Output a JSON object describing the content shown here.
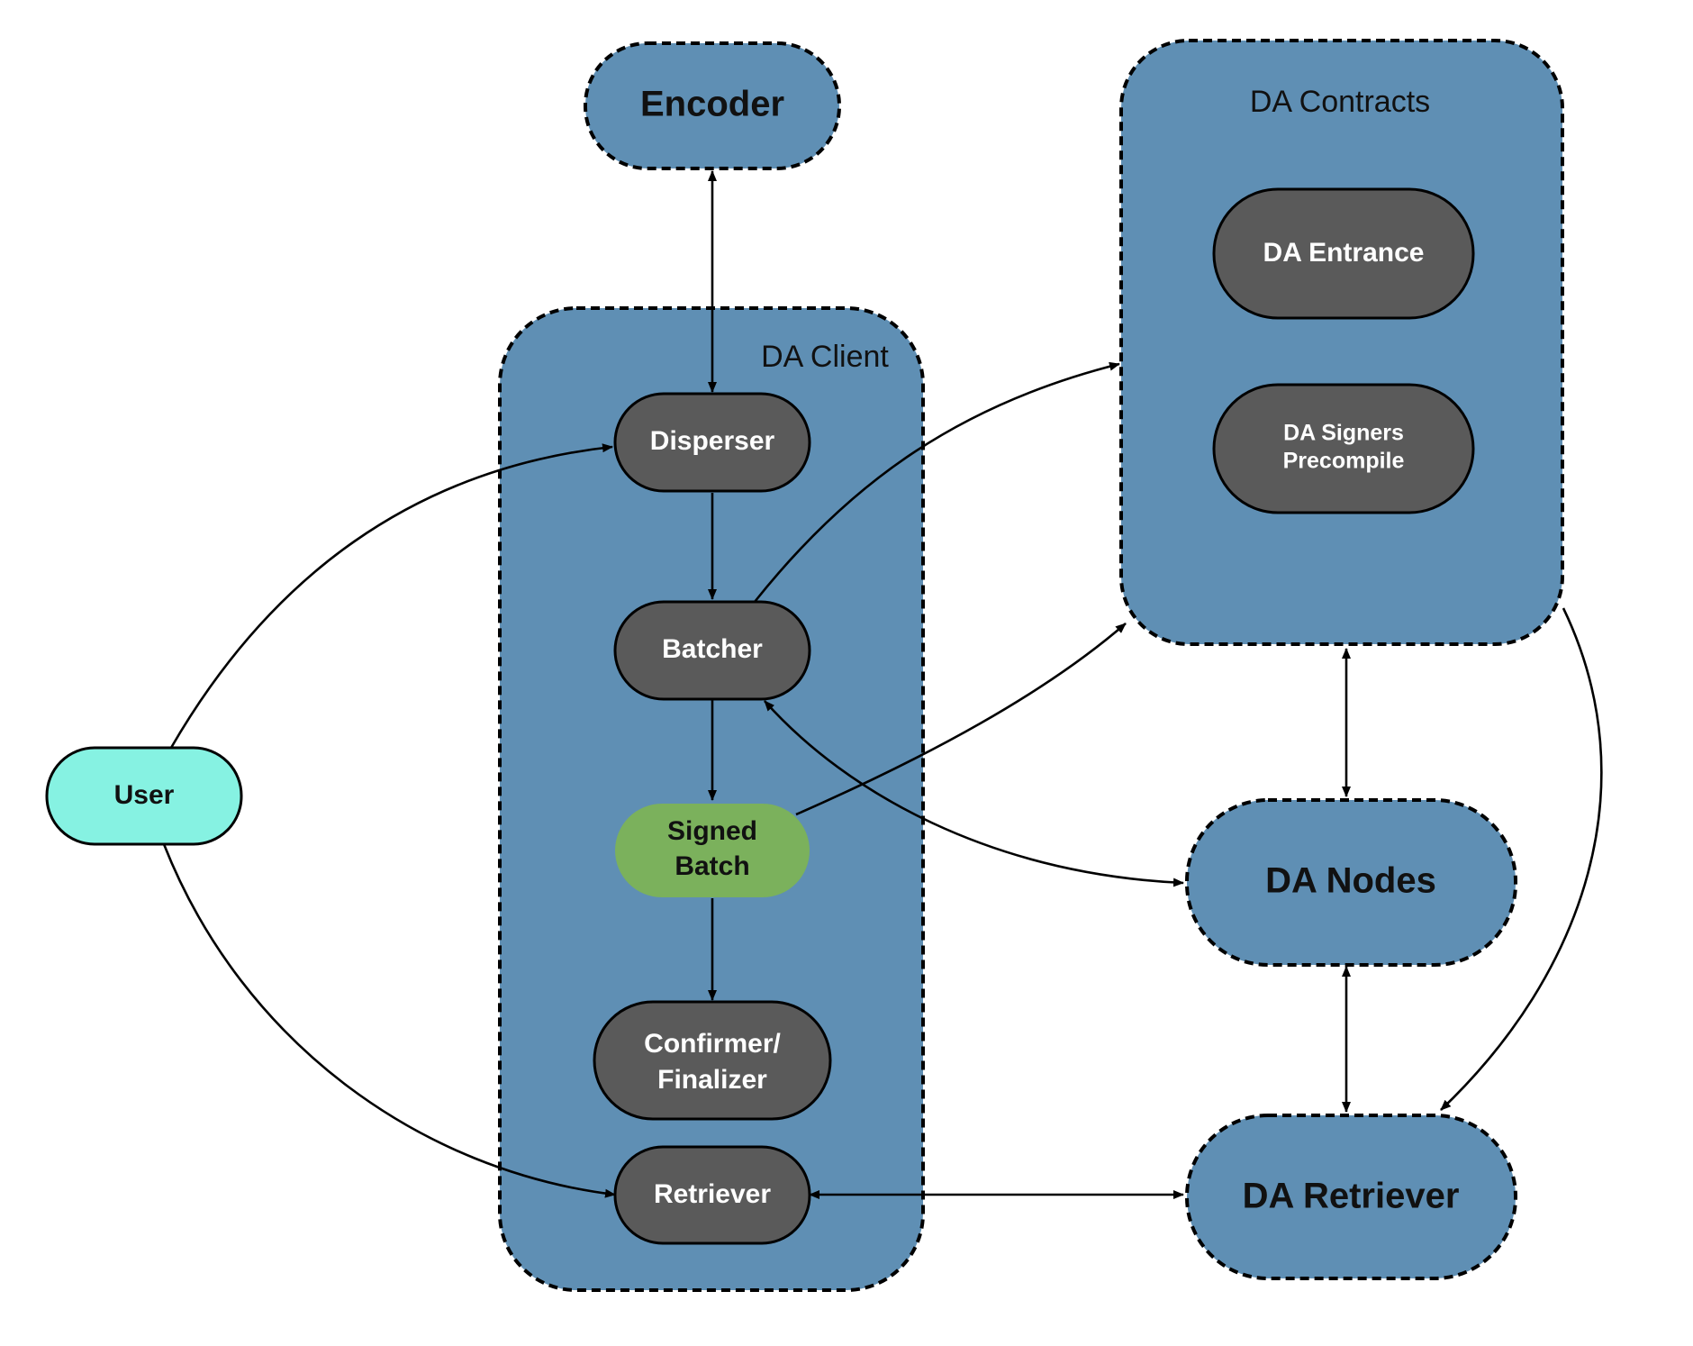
{
  "colors": {
    "container_fill": "#5f8fb4",
    "component_fill": "#5a5a5a",
    "user_fill": "#86f2e2",
    "signed_batch_fill": "#7bb15c",
    "outline": "#000000"
  },
  "groups": {
    "encoder": "Encoder",
    "da_client": "DA Client",
    "da_contracts": "DA Contracts",
    "da_nodes": "DA Nodes",
    "da_retriever": "DA Retriever"
  },
  "components": {
    "user": "User",
    "disperser": "Disperser",
    "batcher": "Batcher",
    "signed_batch": [
      "Signed",
      "Batch"
    ],
    "confirmer": [
      "Confirmer/",
      "Finalizer"
    ],
    "retriever": "Retriever",
    "da_entrance": "DA Entrance",
    "da_signers": [
      "DA Signers",
      "Precompile"
    ]
  },
  "edges": [
    {
      "from": "encoder",
      "to": "disperser",
      "direction": "both"
    },
    {
      "from": "user",
      "to": "disperser",
      "direction": "forward"
    },
    {
      "from": "user",
      "to": "retriever",
      "direction": "forward"
    },
    {
      "from": "disperser",
      "to": "batcher",
      "direction": "forward"
    },
    {
      "from": "batcher",
      "to": "signed_batch",
      "direction": "forward"
    },
    {
      "from": "signed_batch",
      "to": "confirmer",
      "direction": "forward"
    },
    {
      "from": "batcher",
      "to": "da_contracts",
      "direction": "forward"
    },
    {
      "from": "signed_batch",
      "to": "da_contracts",
      "direction": "forward"
    },
    {
      "from": "batcher",
      "to": "da_nodes",
      "direction": "both"
    },
    {
      "from": "da_contracts",
      "to": "da_nodes",
      "direction": "both"
    },
    {
      "from": "da_nodes",
      "to": "da_retriever",
      "direction": "both"
    },
    {
      "from": "da_contracts",
      "to": "da_retriever",
      "direction": "forward"
    },
    {
      "from": "retriever",
      "to": "da_retriever",
      "direction": "both"
    }
  ]
}
